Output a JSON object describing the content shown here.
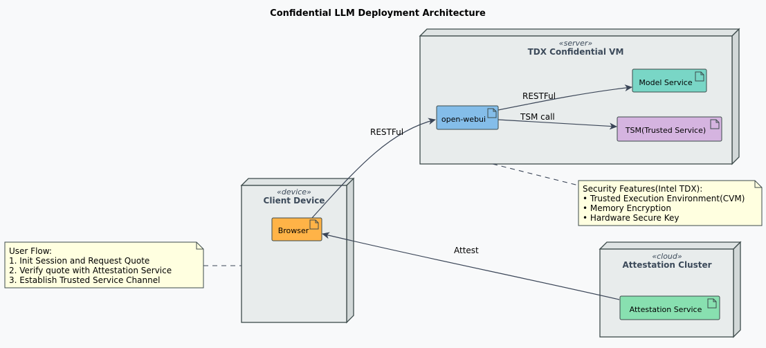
{
  "title": "Confidential LLM Deployment Architecture",
  "nodes": {
    "server": {
      "stereotype": "«server»",
      "name": "TDX Confidential VM"
    },
    "device": {
      "stereotype": "«device»",
      "name": "Client Device"
    },
    "cloud": {
      "stereotype": "«cloud»",
      "name": "Attestation Cluster"
    }
  },
  "components": {
    "model_service": "Model Service",
    "open_webui": "open-webui",
    "tsm": "TSM(Trusted Service)",
    "browser": "Browser",
    "attestation_service": "Attestation Service"
  },
  "edges": {
    "webui_to_model": "RESTFul",
    "webui_to_tsm": "TSM call",
    "browser_to_webui": "RESTFul",
    "attest": "Attest"
  },
  "notes": {
    "security": [
      "Security Features(Intel TDX):",
      "• Trusted Execution Environment(CVM)",
      "• Memory Encryption",
      "• Hardware Secure Key"
    ],
    "user_flow": [
      "User Flow:",
      "1. Init Session and Request Quote",
      "2. Verify quote with Attestation Service",
      "3. Establish Trusted Service Channel"
    ]
  },
  "colors": {
    "node_fill": "#e8ecec",
    "node_border": "#3c4a4a",
    "model_service": "#79d6c6",
    "open_webui": "#84bde9",
    "tsm": "#d5b4e0",
    "browser": "#ffb347",
    "attestation_service": "#88e0b0",
    "note_fill": "#ffffe0",
    "edge": "#3a4557"
  }
}
